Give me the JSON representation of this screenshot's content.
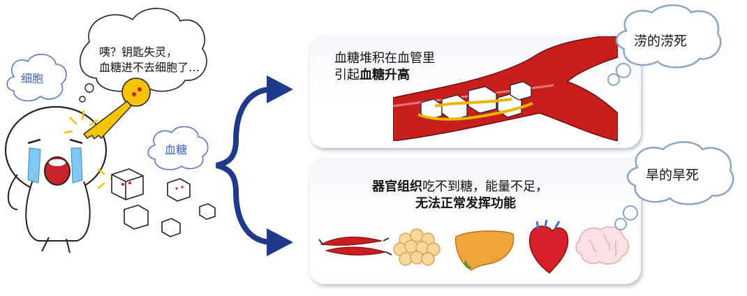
{
  "left_scene": {
    "thought_text": [
      "咦？钥匙失灵，",
      "血糖进不去细胞了…"
    ],
    "cell_tag": "细胞",
    "sugar_tag": "血糖"
  },
  "top_panel": {
    "line1": "血糖堆积在血管里",
    "line2_prefix": "引起",
    "line2_bold": "血糖升高",
    "bubble": "涝的涝死"
  },
  "bottom_panel": {
    "line1_bold": "器官组织",
    "line1_rest": "吃不到糖，能量不足，",
    "line2_bold": "无法正常发挥功能",
    "bubble": "旱的旱死",
    "organs": [
      "muscle-icon",
      "fat-cells-icon",
      "liver-icon",
      "heart-icon",
      "brain-icon"
    ]
  },
  "colors": {
    "arrow": "#1f3a8a",
    "vessel": "#c81e1e",
    "tag_text": "#3a5fcf"
  }
}
